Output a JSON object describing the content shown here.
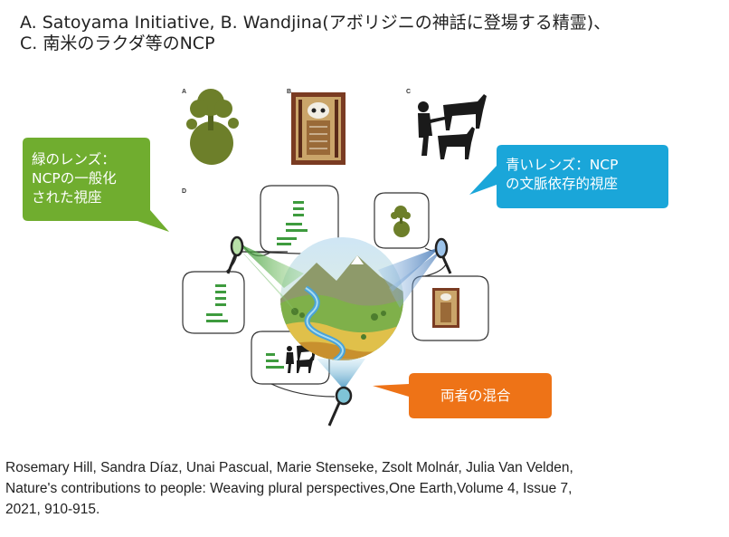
{
  "title_lines": [
    "A. Satoyama Initiative, B. Wandjina(アボリジニの神話に登場する精霊)、",
    "C. 南米のラクダ等のNCP"
  ],
  "panel_letters": {
    "a": "A",
    "b": "B",
    "c": "C",
    "d": "D"
  },
  "callouts": {
    "green": {
      "lines": [
        "緑のレンズ：",
        "NCPの一般化",
        "された視座"
      ],
      "color": "#70ad2f"
    },
    "blue": {
      "lines": [
        "青いレンズ：NCP",
        "の文脈依存的視座"
      ],
      "color": "#1aa6d9"
    },
    "orange": {
      "lines": [
        "両者の混合"
      ],
      "color": "#ee7317"
    }
  },
  "colors": {
    "green_lens": "#5a9a3a",
    "blue_lens": "#3f6fa8",
    "bar_green": "#3e9b3e"
  },
  "citation_lines": [
    "Rosemary Hill, Sandra Díaz, Unai Pascual, Marie Stenseke, Zsolt Molnár, Julia Van Velden,",
    "Nature's contributions to people: Weaving plural perspectives,One Earth,Volume 4, Issue 7,",
    "2021, 910-915."
  ]
}
